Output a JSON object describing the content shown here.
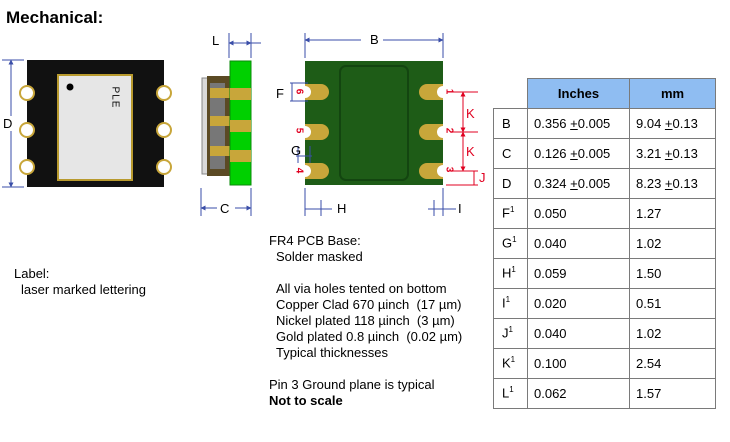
{
  "title": "Mechanical:",
  "label_block": {
    "line1": "Label:",
    "line2": "laser marked lettering"
  },
  "top_view": {
    "chip_text": "PLE",
    "dim_d": "D"
  },
  "side_view": {
    "dim_l": "L",
    "dim_c": "C"
  },
  "bottom_view": {
    "dim_b": "B",
    "dim_f": "F",
    "dim_g": "G",
    "dim_h": "H",
    "dim_i": "I",
    "dim_j": "J",
    "dim_k1": "K",
    "dim_k2": "K",
    "pins_left": [
      "6",
      "5",
      "4"
    ],
    "pins_right": [
      "1",
      "2",
      "3"
    ]
  },
  "notes": {
    "pcb_line1": "FR4 PCB Base:",
    "pcb_line2": "Solder masked",
    "via": "All via holes tented on bottom",
    "copper": "Copper Clad 670 µinch  (17 µm)",
    "nickel": "Nickel plated 118 µinch  (3 µm)",
    "gold": "Gold plated 0.8 µinch  (0.02 µm)",
    "typical": "Typical thicknesses",
    "ground": "Pin 3 Ground plane is typical",
    "scale": "Not to scale"
  },
  "table": {
    "headers": [
      "Inches",
      "mm"
    ],
    "rows": [
      {
        "label": "B",
        "sup": "",
        "inch_val": "0.356 ",
        "inch_tol": "+0.005",
        "mm_val": "9.04 ",
        "mm_tol": "+0.13"
      },
      {
        "label": "C",
        "sup": "",
        "inch_val": "0.126 ",
        "inch_tol": "+0.005",
        "mm_val": "3.21 ",
        "mm_tol": "+0.13"
      },
      {
        "label": "D",
        "sup": "",
        "inch_val": "0.324 ",
        "inch_tol": "+0.005",
        "mm_val": "8.23 ",
        "mm_tol": "+0.13"
      },
      {
        "label": "F",
        "sup": "1",
        "inch_val": "0.050",
        "inch_tol": "",
        "mm_val": "1.27",
        "mm_tol": ""
      },
      {
        "label": "G",
        "sup": "1",
        "inch_val": "0.040",
        "inch_tol": "",
        "mm_val": "1.02",
        "mm_tol": ""
      },
      {
        "label": "H",
        "sup": "1",
        "inch_val": "0.059",
        "inch_tol": "",
        "mm_val": "1.50",
        "mm_tol": ""
      },
      {
        "label": "I",
        "sup": "1",
        "inch_val": "0.020",
        "inch_tol": "",
        "mm_val": "0.51",
        "mm_tol": ""
      },
      {
        "label": "J",
        "sup": "1",
        "inch_val": "0.040",
        "inch_tol": "",
        "mm_val": "1.02",
        "mm_tol": ""
      },
      {
        "label": "K",
        "sup": "1",
        "inch_val": "0.100",
        "inch_tol": "",
        "mm_val": "2.54",
        "mm_tol": ""
      },
      {
        "label": "L",
        "sup": "1",
        "inch_val": "0.062",
        "inch_tol": "",
        "mm_val": "1.57",
        "mm_tol": ""
      }
    ]
  },
  "colors": {
    "header_fill": "#8fbdf2",
    "pcb_green": "#1e5c17",
    "pad_gold": "#c8a63a",
    "side_green": "#00d000",
    "dim_red": "#e00020",
    "dim_blue": "#3a4ea8"
  }
}
